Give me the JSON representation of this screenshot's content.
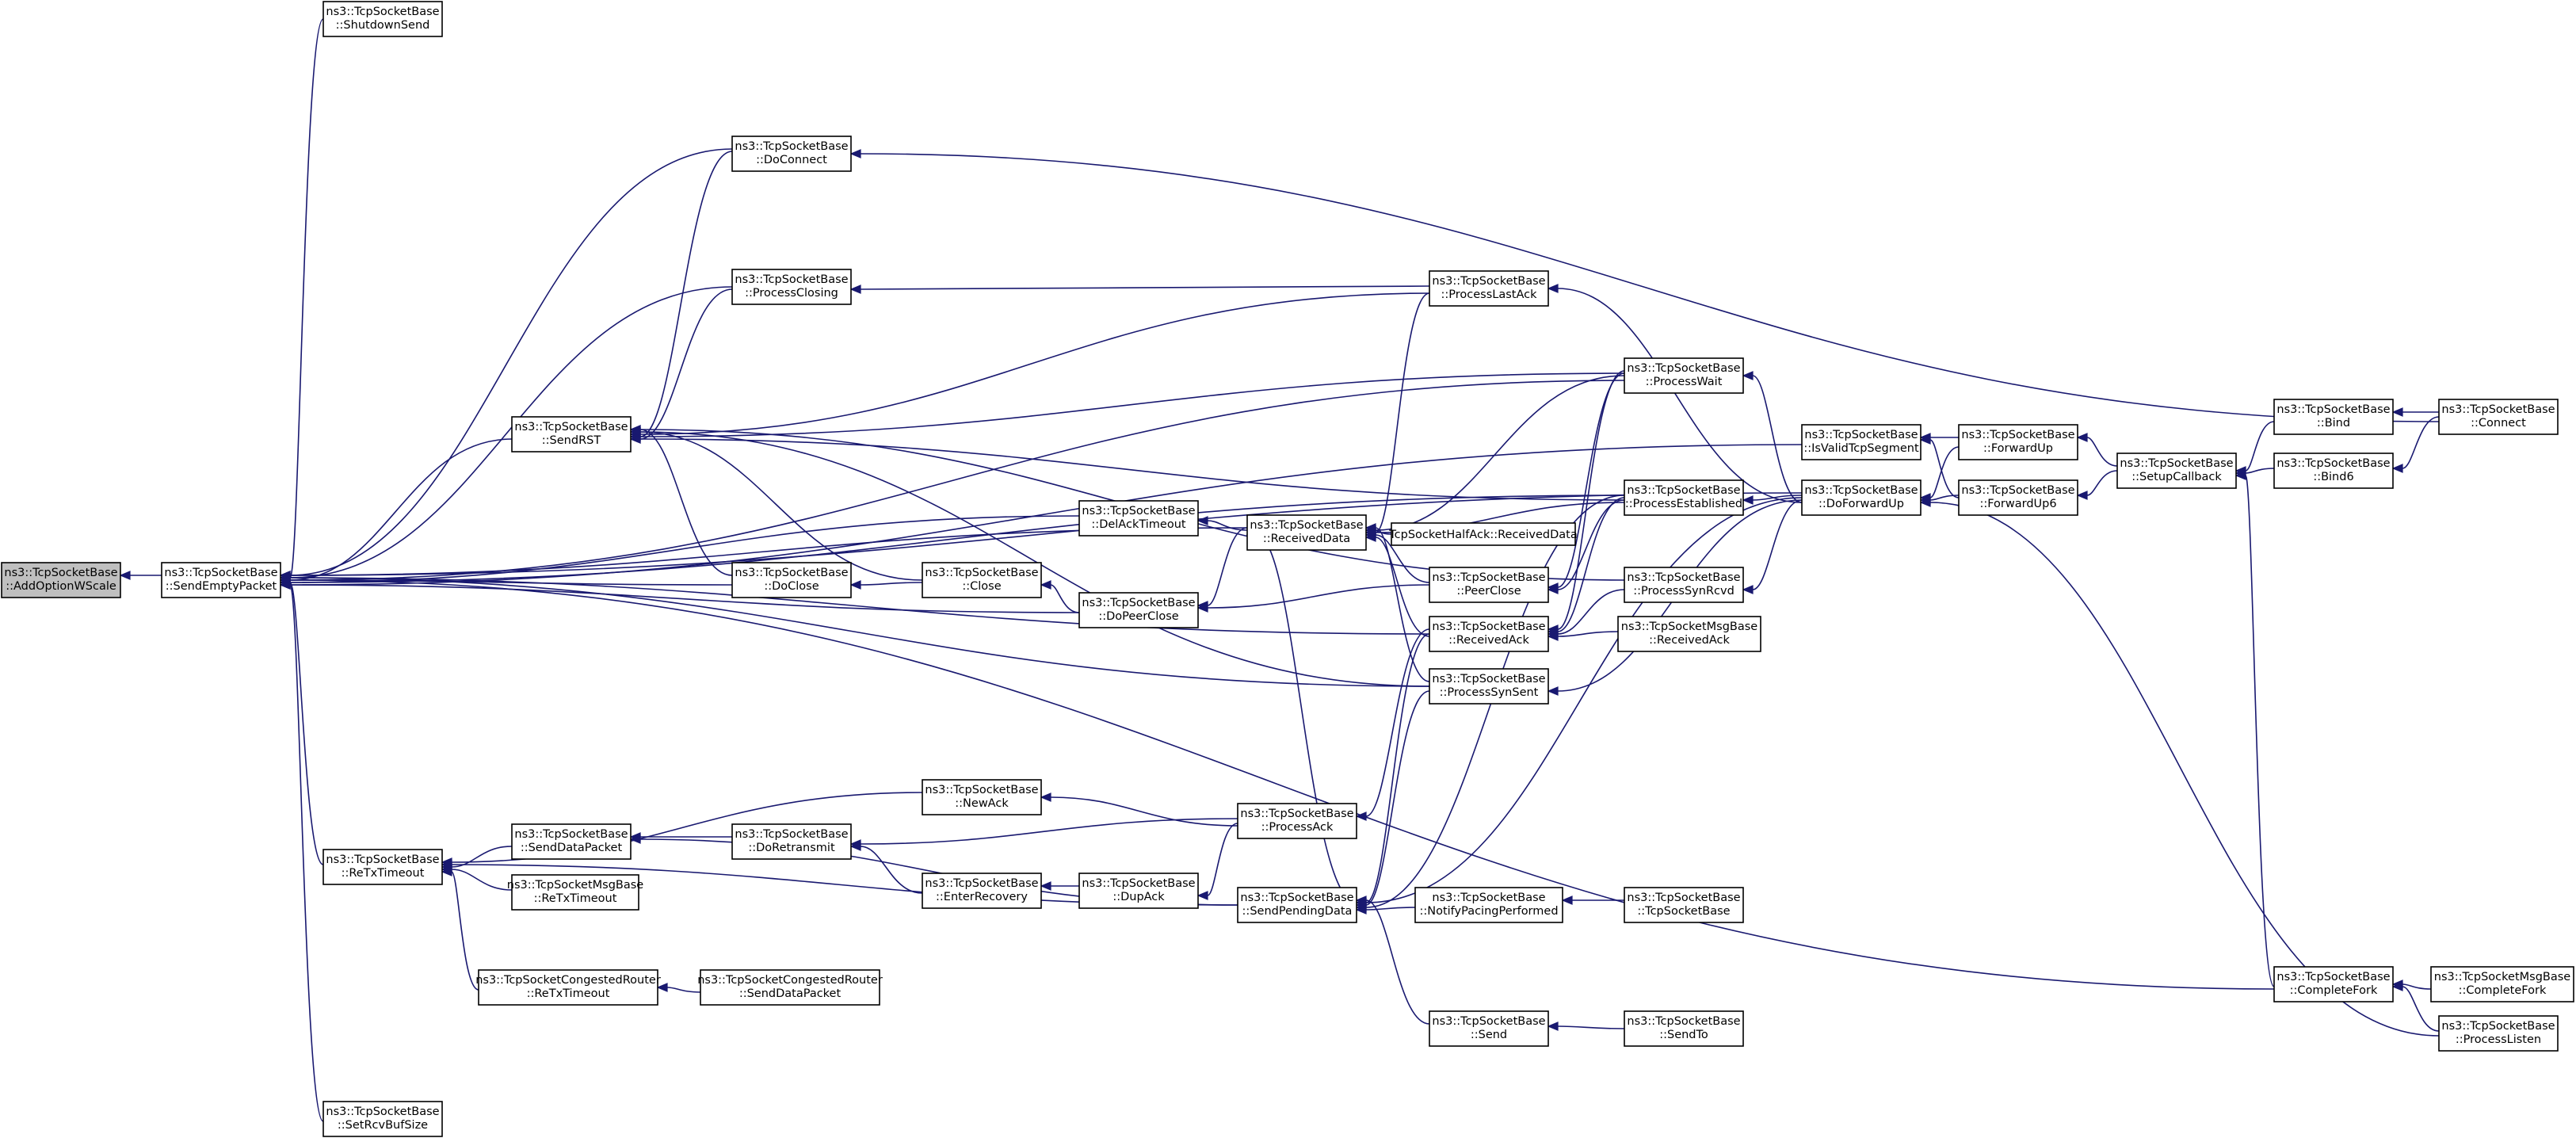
{
  "root": "AddOptionWScale",
  "nodes": [
    {
      "id": "AddOptionWScale",
      "lines": [
        "ns3::TcpSocketBase",
        "::AddOptionWScale"
      ],
      "highlight": true
    },
    {
      "id": "SendEmptyPacket",
      "lines": [
        "ns3::TcpSocketBase",
        "::SendEmptyPacket"
      ]
    },
    {
      "id": "ShutdownSend",
      "lines": [
        "ns3::TcpSocketBase",
        "::ShutdownSend"
      ]
    },
    {
      "id": "SendRST",
      "lines": [
        "ns3::TcpSocketBase",
        "::SendRST"
      ]
    },
    {
      "id": "ReTxTimeout",
      "lines": [
        "ns3::TcpSocketBase",
        "::ReTxTimeout"
      ]
    },
    {
      "id": "SetRcvBufSize",
      "lines": [
        "ns3::TcpSocketBase",
        "::SetRcvBufSize"
      ]
    },
    {
      "id": "DoConnect",
      "lines": [
        "ns3::TcpSocketBase",
        "::DoConnect"
      ]
    },
    {
      "id": "ProcessClosing",
      "lines": [
        "ns3::TcpSocketBase",
        "::ProcessClosing"
      ]
    },
    {
      "id": "DoClose",
      "lines": [
        "ns3::TcpSocketBase",
        "::DoClose"
      ]
    },
    {
      "id": "SendDataPacket",
      "lines": [
        "ns3::TcpSocketBase",
        "::SendDataPacket"
      ]
    },
    {
      "id": "MsgReTxTimeout",
      "lines": [
        "ns3::TcpSocketMsgBase",
        "::ReTxTimeout"
      ]
    },
    {
      "id": "CongReTxTimeout",
      "lines": [
        "ns3::TcpSocketCongestedRouter",
        "::ReTxTimeout"
      ]
    },
    {
      "id": "DelAckTimeout",
      "lines": [
        "ns3::TcpSocketBase",
        "::DelAckTimeout"
      ]
    },
    {
      "id": "Close",
      "lines": [
        "ns3::TcpSocketBase",
        "::Close"
      ]
    },
    {
      "id": "DoPeerClose",
      "lines": [
        "ns3::TcpSocketBase",
        "::DoPeerClose"
      ]
    },
    {
      "id": "NewAck",
      "lines": [
        "ns3::TcpSocketBase",
        "::NewAck"
      ]
    },
    {
      "id": "DoRetransmit",
      "lines": [
        "ns3::TcpSocketBase",
        "::DoRetransmit"
      ]
    },
    {
      "id": "EnterRecovery",
      "lines": [
        "ns3::TcpSocketBase",
        "::EnterRecovery"
      ]
    },
    {
      "id": "CongSendDataPacket",
      "lines": [
        "ns3::TcpSocketCongestedRouter",
        "::SendDataPacket"
      ]
    },
    {
      "id": "ReceivedData",
      "lines": [
        "ns3::TcpSocketBase",
        "::ReceivedData"
      ]
    },
    {
      "id": "DupAck",
      "lines": [
        "ns3::TcpSocketBase",
        "::DupAck"
      ]
    },
    {
      "id": "ProcessAck",
      "lines": [
        "ns3::TcpSocketBase",
        "::ProcessAck"
      ]
    },
    {
      "id": "SendPendingData",
      "lines": [
        "ns3::TcpSocketBase",
        "::SendPendingData"
      ]
    },
    {
      "id": "HalfAckReceivedData",
      "lines": [
        "TcpSocketHalfAck::ReceivedData"
      ]
    },
    {
      "id": "ProcessLastAck",
      "lines": [
        "ns3::TcpSocketBase",
        "::ProcessLastAck"
      ]
    },
    {
      "id": "PeerClose",
      "lines": [
        "ns3::TcpSocketBase",
        "::PeerClose"
      ]
    },
    {
      "id": "ReceivedAck",
      "lines": [
        "ns3::TcpSocketBase",
        "::ReceivedAck"
      ]
    },
    {
      "id": "ProcessSynSent",
      "lines": [
        "ns3::TcpSocketBase",
        "::ProcessSynSent"
      ]
    },
    {
      "id": "NotifyPacingPerformed",
      "lines": [
        "ns3::TcpSocketBase",
        "::NotifyPacingPerformed"
      ]
    },
    {
      "id": "Send",
      "lines": [
        "ns3::TcpSocketBase",
        "::Send"
      ]
    },
    {
      "id": "ProcessWait",
      "lines": [
        "ns3::TcpSocketBase",
        "::ProcessWait"
      ]
    },
    {
      "id": "ProcessEstablished",
      "lines": [
        "ns3::TcpSocketBase",
        "::ProcessEstablished"
      ]
    },
    {
      "id": "ProcessSynRcvd",
      "lines": [
        "ns3::TcpSocketBase",
        "::ProcessSynRcvd"
      ]
    },
    {
      "id": "MsgReceivedAck",
      "lines": [
        "ns3::TcpSocketMsgBase",
        "::ReceivedAck"
      ]
    },
    {
      "id": "TcpSocketBaseCtor",
      "lines": [
        "ns3::TcpSocketBase",
        "::TcpSocketBase"
      ]
    },
    {
      "id": "SendTo",
      "lines": [
        "ns3::TcpSocketBase",
        "::SendTo"
      ]
    },
    {
      "id": "IsValidTcpSegment",
      "lines": [
        "ns3::TcpSocketBase",
        "::IsValidTcpSegment"
      ]
    },
    {
      "id": "DoForwardUp",
      "lines": [
        "ns3::TcpSocketBase",
        "::DoForwardUp"
      ]
    },
    {
      "id": "ForwardUp",
      "lines": [
        "ns3::TcpSocketBase",
        "::ForwardUp"
      ]
    },
    {
      "id": "ForwardUp6",
      "lines": [
        "ns3::TcpSocketBase",
        "::ForwardUp6"
      ]
    },
    {
      "id": "SetupCallback",
      "lines": [
        "ns3::TcpSocketBase",
        "::SetupCallback"
      ]
    },
    {
      "id": "Bind",
      "lines": [
        "ns3::TcpSocketBase",
        "::Bind"
      ]
    },
    {
      "id": "Bind6",
      "lines": [
        "ns3::TcpSocketBase",
        "::Bind6"
      ]
    },
    {
      "id": "Connect",
      "lines": [
        "ns3::TcpSocketBase",
        "::Connect"
      ]
    },
    {
      "id": "CompleteFork",
      "lines": [
        "ns3::TcpSocketBase",
        "::CompleteFork"
      ]
    },
    {
      "id": "MsgCompleteFork",
      "lines": [
        "ns3::TcpSocketMsgBase",
        "::CompleteFork"
      ]
    },
    {
      "id": "ProcessListen",
      "lines": [
        "ns3::TcpSocketBase",
        "::ProcessListen"
      ]
    }
  ],
  "edges": [
    [
      "SendEmptyPacket",
      "AddOptionWScale"
    ],
    [
      "ShutdownSend",
      "SendEmptyPacket"
    ],
    [
      "SendRST",
      "SendEmptyPacket"
    ],
    [
      "ReTxTimeout",
      "SendEmptyPacket"
    ],
    [
      "SetRcvBufSize",
      "SendEmptyPacket"
    ],
    [
      "DoConnect",
      "SendEmptyPacket"
    ],
    [
      "ProcessClosing",
      "SendEmptyPacket"
    ],
    [
      "DoClose",
      "SendEmptyPacket"
    ],
    [
      "DelAckTimeout",
      "SendEmptyPacket"
    ],
    [
      "DoPeerClose",
      "SendEmptyPacket"
    ],
    [
      "ReceivedData",
      "SendEmptyPacket"
    ],
    [
      "ProcessSynSent",
      "SendEmptyPacket"
    ],
    [
      "ProcessWait",
      "SendEmptyPacket"
    ],
    [
      "ProcessEstablished",
      "SendEmptyPacket"
    ],
    [
      "IsValidTcpSegment",
      "SendEmptyPacket"
    ],
    [
      "DoForwardUp",
      "SendEmptyPacket"
    ],
    [
      "ReceivedAck",
      "SendEmptyPacket"
    ],
    [
      "CompleteFork",
      "SendEmptyPacket"
    ],
    [
      "DoConnect",
      "SendRST"
    ],
    [
      "ProcessClosing",
      "SendRST"
    ],
    [
      "DoClose",
      "SendRST"
    ],
    [
      "Close",
      "SendRST"
    ],
    [
      "ProcessLastAck",
      "SendRST"
    ],
    [
      "ProcessWait",
      "SendRST"
    ],
    [
      "ProcessEstablished",
      "SendRST"
    ],
    [
      "ProcessSynRcvd",
      "SendRST"
    ],
    [
      "ProcessSynSent",
      "SendRST"
    ],
    [
      "SendDataPacket",
      "ReTxTimeout"
    ],
    [
      "MsgReTxTimeout",
      "ReTxTimeout"
    ],
    [
      "CongReTxTimeout",
      "ReTxTimeout"
    ],
    [
      "NewAck",
      "ReTxTimeout"
    ],
    [
      "SendPendingData",
      "ReTxTimeout"
    ],
    [
      "Connect",
      "DoConnect"
    ],
    [
      "ProcessLastAck",
      "ProcessClosing"
    ],
    [
      "Close",
      "DoClose"
    ],
    [
      "DoRetransmit",
      "SendDataPacket"
    ],
    [
      "SendPendingData",
      "SendDataPacket"
    ],
    [
      "CongSendDataPacket",
      "CongReTxTimeout"
    ],
    [
      "ReceivedData",
      "DelAckTimeout"
    ],
    [
      "DoPeerClose",
      "Close"
    ],
    [
      "ReceivedData",
      "DoPeerClose"
    ],
    [
      "PeerClose",
      "DoPeerClose"
    ],
    [
      "ProcessAck",
      "NewAck"
    ],
    [
      "ProcessAck",
      "DoRetransmit"
    ],
    [
      "EnterRecovery",
      "DoRetransmit"
    ],
    [
      "DupAck",
      "EnterRecovery"
    ],
    [
      "HalfAckReceivedData",
      "ReceivedData"
    ],
    [
      "ProcessLastAck",
      "ReceivedData"
    ],
    [
      "PeerClose",
      "ReceivedData"
    ],
    [
      "ReceivedAck",
      "ReceivedData"
    ],
    [
      "ProcessSynSent",
      "ReceivedData"
    ],
    [
      "ProcessWait",
      "ReceivedData"
    ],
    [
      "ProcessEstablished",
      "ReceivedData"
    ],
    [
      "SendPendingData",
      "ReceivedData"
    ],
    [
      "ProcessAck",
      "DupAck"
    ],
    [
      "ReceivedAck",
      "ProcessAck"
    ],
    [
      "ReceivedAck",
      "SendPendingData"
    ],
    [
      "ProcessSynSent",
      "SendPendingData"
    ],
    [
      "ProcessEstablished",
      "SendPendingData"
    ],
    [
      "NotifyPacingPerformed",
      "SendPendingData"
    ],
    [
      "Send",
      "SendPendingData"
    ],
    [
      "DoForwardUp",
      "SendPendingData"
    ],
    [
      "DoForwardUp",
      "ProcessLastAck"
    ],
    [
      "ProcessWait",
      "PeerClose"
    ],
    [
      "ProcessEstablished",
      "PeerClose"
    ],
    [
      "ProcessWait",
      "ReceivedAck"
    ],
    [
      "ProcessEstablished",
      "ReceivedAck"
    ],
    [
      "ProcessSynRcvd",
      "ReceivedAck"
    ],
    [
      "MsgReceivedAck",
      "ReceivedAck"
    ],
    [
      "DoForwardUp",
      "ProcessSynSent"
    ],
    [
      "TcpSocketBaseCtor",
      "NotifyPacingPerformed"
    ],
    [
      "SendTo",
      "Send"
    ],
    [
      "DoForwardUp",
      "ProcessWait"
    ],
    [
      "DoForwardUp",
      "ProcessEstablished"
    ],
    [
      "DoForwardUp",
      "ProcessSynRcvd"
    ],
    [
      "ForwardUp",
      "IsValidTcpSegment"
    ],
    [
      "ForwardUp6",
      "IsValidTcpSegment"
    ],
    [
      "ForwardUp",
      "DoForwardUp"
    ],
    [
      "ForwardUp6",
      "DoForwardUp"
    ],
    [
      "ProcessListen",
      "DoForwardUp"
    ],
    [
      "SetupCallback",
      "ForwardUp"
    ],
    [
      "SetupCallback",
      "ForwardUp6"
    ],
    [
      "Bind",
      "SetupCallback"
    ],
    [
      "Bind6",
      "SetupCallback"
    ],
    [
      "CompleteFork",
      "SetupCallback"
    ],
    [
      "Connect",
      "Bind"
    ],
    [
      "Connect",
      "Bind6"
    ],
    [
      "MsgCompleteFork",
      "CompleteFork"
    ],
    [
      "ProcessListen",
      "CompleteFork"
    ]
  ]
}
